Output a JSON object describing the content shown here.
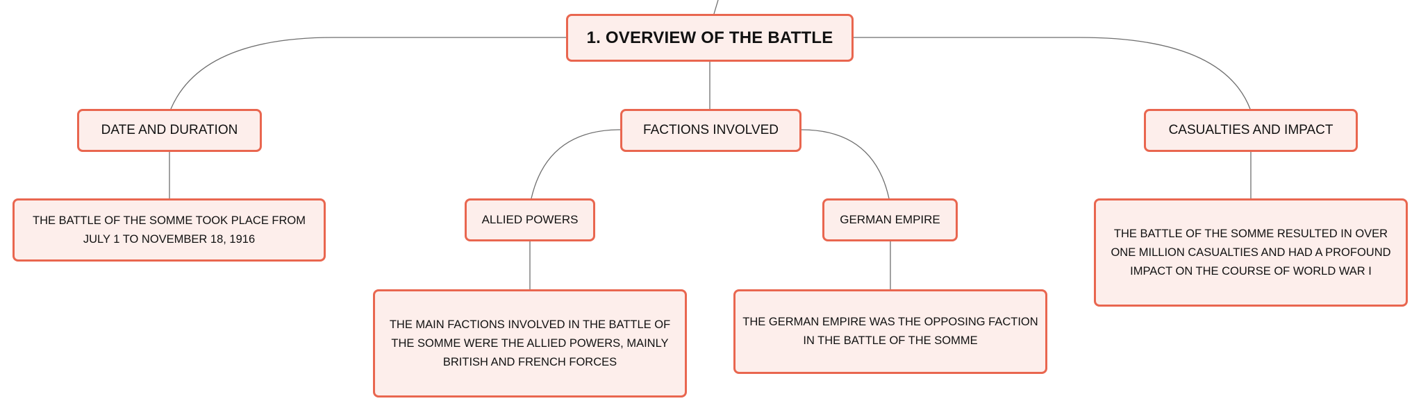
{
  "theme": {
    "node_fill": "#fdeeeb",
    "node_border": "#e9664f",
    "connector": "#6e6e6e"
  },
  "mindmap": {
    "root": "1. OVERVIEW OF THE BATTLE",
    "branches": {
      "date": {
        "label": "DATE AND DURATION",
        "detail": "THE BATTLE OF THE SOMME TOOK PLACE FROM JULY 1 TO NOVEMBER 18, 1916"
      },
      "factions": {
        "label": "FACTIONS INVOLVED",
        "allied": {
          "label": "ALLIED POWERS",
          "detail": "THE MAIN FACTIONS INVOLVED IN THE BATTLE OF THE SOMME WERE THE ALLIED POWERS, MAINLY BRITISH AND FRENCH FORCES"
        },
        "german": {
          "label": "GERMAN EMPIRE",
          "detail": "THE GERMAN EMPIRE WAS THE OPPOSING FACTION IN THE BATTLE OF THE SOMME"
        }
      },
      "casualties": {
        "label": "CASUALTIES AND IMPACT",
        "detail": "THE BATTLE OF THE SOMME RESULTED IN OVER ONE MILLION CASUALTIES AND HAD A PROFOUND IMPACT ON THE COURSE OF WORLD WAR I"
      }
    }
  }
}
